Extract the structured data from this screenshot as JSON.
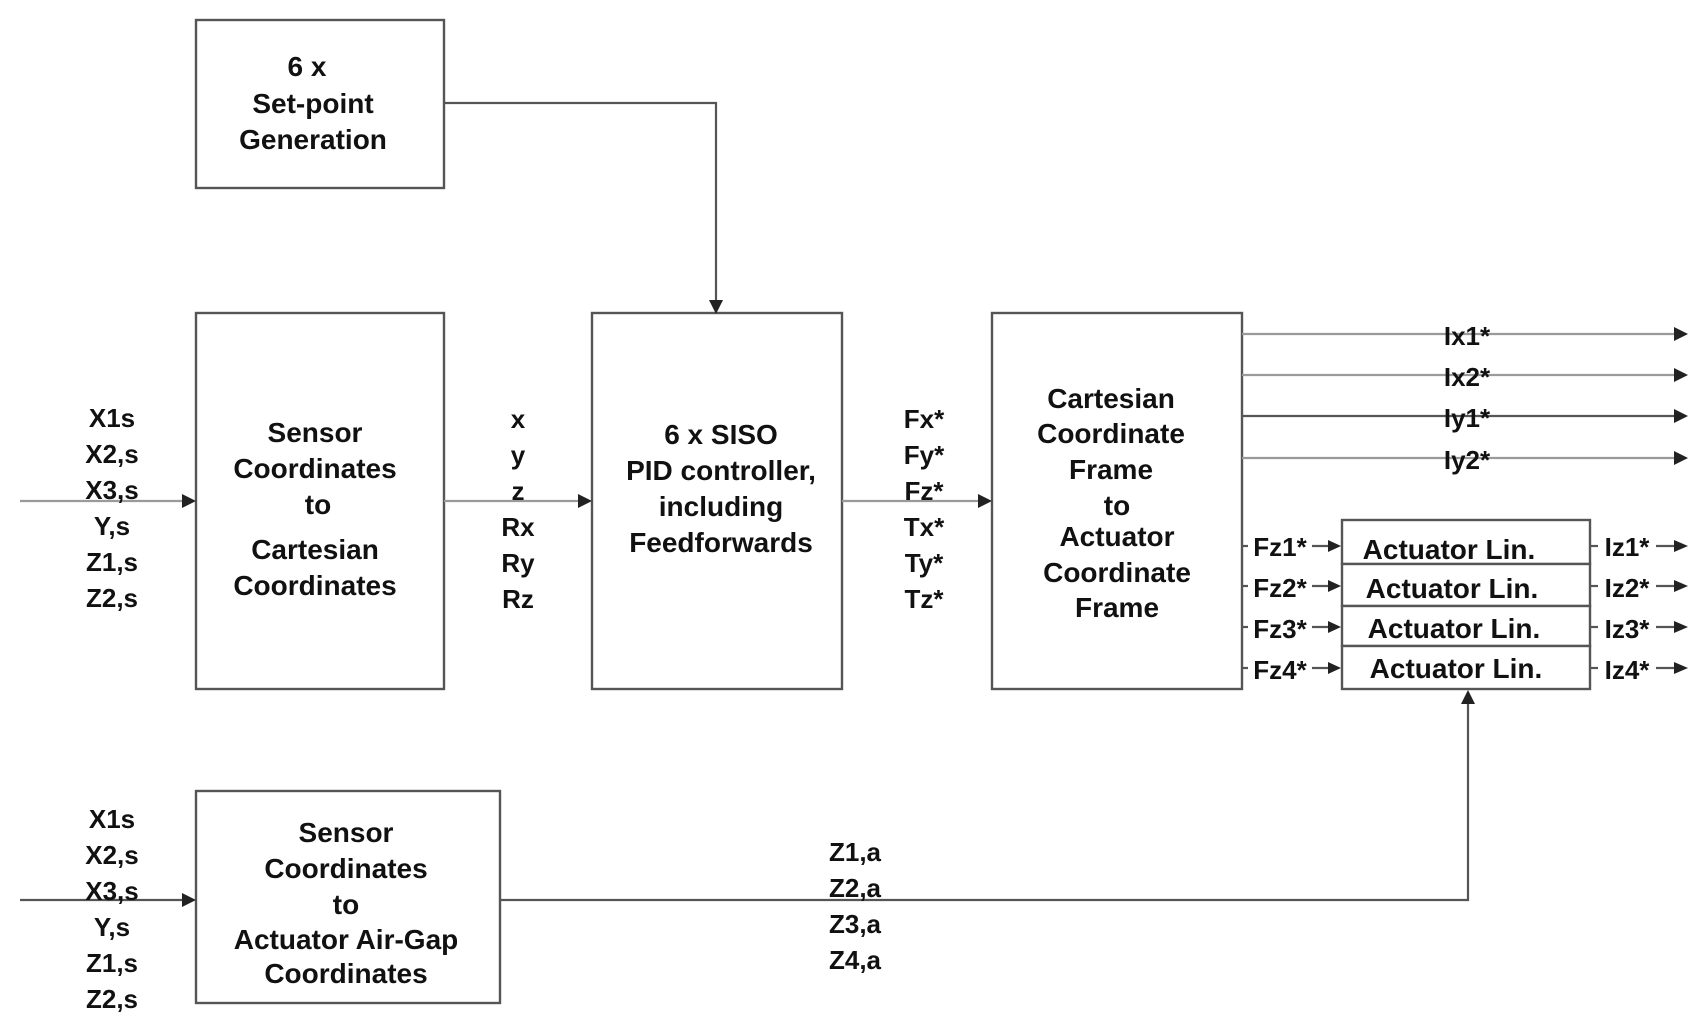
{
  "blocks": {
    "setpoint": [
      "6 x",
      "Set-point",
      "Generation"
    ],
    "sensor_to_cartesian": [
      "Sensor",
      "Coordinates",
      "to",
      "Cartesian",
      "Coordinates"
    ],
    "pid": [
      "6 x SISO",
      "PID controller,",
      "including",
      "Feedforwards"
    ],
    "cartesian_to_actuator": [
      "Cartesian",
      "Coordinate",
      "Frame",
      "to",
      "Actuator",
      "Coordinate",
      "Frame"
    ],
    "sensor_to_airgap": [
      "Sensor",
      "Coordinates",
      "to",
      "Actuator Air-Gap",
      "Coordinates"
    ],
    "actuator_lin": [
      "Actuator Lin.",
      "Actuator Lin.",
      "Actuator Lin.",
      "Actuator Lin."
    ]
  },
  "signals": {
    "sensor_inputs_top": [
      "X1s",
      "X2,s",
      "X3,s",
      "Y,s",
      "Z1,s",
      "Z2,s"
    ],
    "sensor_inputs_bottom": [
      "X1s",
      "X2,s",
      "X3,s",
      "Y,s",
      "Z1,s",
      "Z2,s"
    ],
    "cartesian": [
      "x",
      "y",
      "z",
      "Rx",
      "Ry",
      "Rz"
    ],
    "forces": [
      "Fx*",
      "Fy*",
      "Fz*",
      "Tx*",
      "Ty*",
      "Tz*"
    ],
    "horizontal_currents": [
      "Ix1*",
      "Ix2*",
      "Iy1*",
      "Iy2*"
    ],
    "vertical_forces": [
      "Fz1*",
      "Fz2*",
      "Fz3*",
      "Fz4*"
    ],
    "vertical_currents": [
      "Iz1*",
      "Iz2*",
      "Iz3*",
      "Iz4*"
    ],
    "airgaps": [
      "Z1,a",
      "Z2,a",
      "Z3,a",
      "Z4,a"
    ]
  }
}
